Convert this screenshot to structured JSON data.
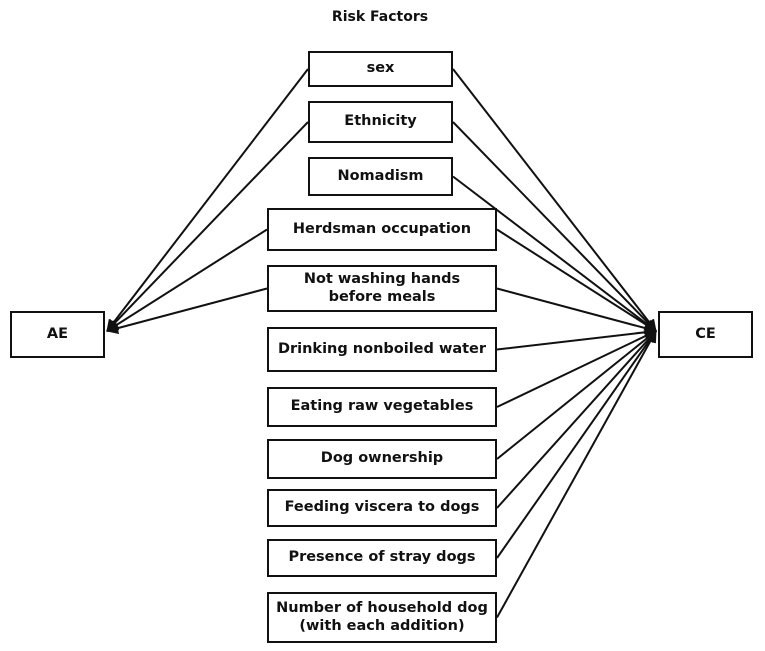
{
  "title": "Risk Factors",
  "left_node": "AE",
  "right_node": "CE",
  "factors": [
    {
      "label": "sex",
      "to_ae": true
    },
    {
      "label": "Ethnicity",
      "to_ae": true
    },
    {
      "label": "Nomadism",
      "to_ae": false
    },
    {
      "label": "Herdsman occupation",
      "to_ae": true
    },
    {
      "label": "Not washing hands before meals",
      "to_ae": true
    },
    {
      "label": "Drinking nonboiled water",
      "to_ae": false
    },
    {
      "label": "Eating raw vegetables",
      "to_ae": false
    },
    {
      "label": "Dog ownership",
      "to_ae": false
    },
    {
      "label": "Feeding viscera to dogs",
      "to_ae": false
    },
    {
      "label": "Presence of stray dogs",
      "to_ae": false
    },
    {
      "label": "Number of household dog (with each addition)",
      "to_ae": false
    }
  ],
  "colors": {
    "line": "#111111",
    "box_border": "#111111",
    "background": "#ffffff"
  }
}
